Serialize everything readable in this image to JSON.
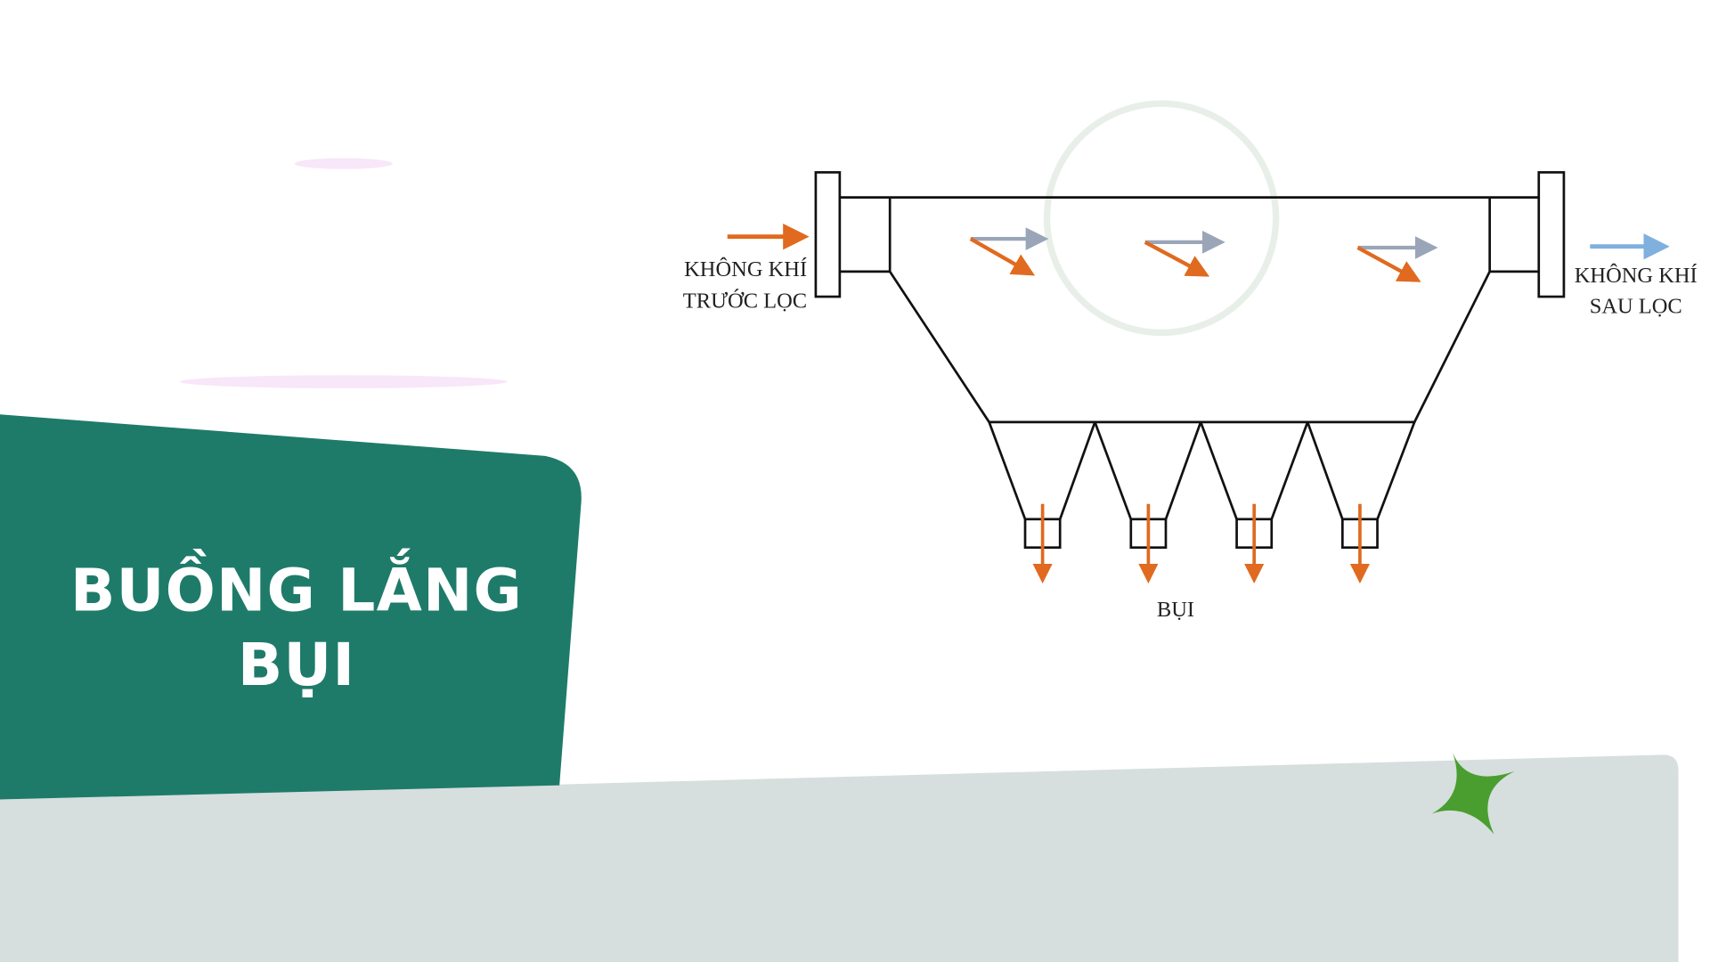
{
  "title": {
    "line1": "BUỒNG LẮNG",
    "line2": "BỤI"
  },
  "diagram": {
    "inlet_label": {
      "line1": "KHÔNG KHÍ",
      "line2": "TRƯỚC LỌC"
    },
    "outlet_label": {
      "line1": "KHÔNG KHÍ",
      "line2": "SAU LỌC"
    },
    "dust_label": "BỤI",
    "hopper_count": 4
  },
  "colors": {
    "panel_green": "#1e7b69",
    "band_gray": "#d6dfdd",
    "star_green": "#4a9e2f",
    "arrow_orange": "#e06a1f",
    "arrow_blue": "#7fb0de",
    "arrow_gray": "#9aa6b8"
  }
}
